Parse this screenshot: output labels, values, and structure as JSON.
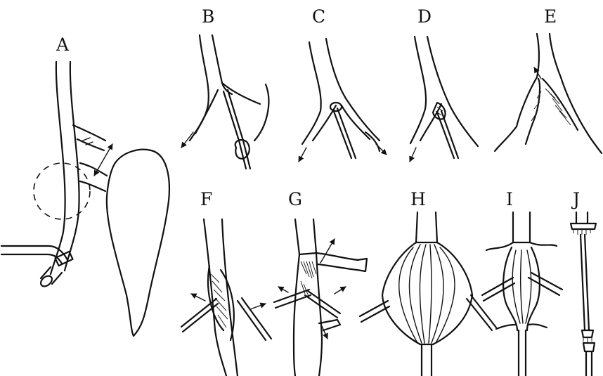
{
  "figure": {
    "panels": [
      {
        "label": "A",
        "content": "vessel-bifurcation-with-organ"
      },
      {
        "label": "B",
        "content": "vessel-branch-with-probe"
      },
      {
        "label": "C",
        "content": "vessel-branch-with-forceps"
      },
      {
        "label": "D",
        "content": "vessel-branch-with-forceps"
      },
      {
        "label": "E",
        "content": "vessel-split-open"
      },
      {
        "label": "F",
        "content": "vessel-wall-retracted"
      },
      {
        "label": "G",
        "content": "vessel-wall-retracted-branches"
      },
      {
        "label": "H",
        "content": "vessel-spread-open"
      },
      {
        "label": "I",
        "content": "vessel-spread-open-branches"
      },
      {
        "label": "J",
        "content": "isolated-vessel-segment"
      }
    ]
  }
}
